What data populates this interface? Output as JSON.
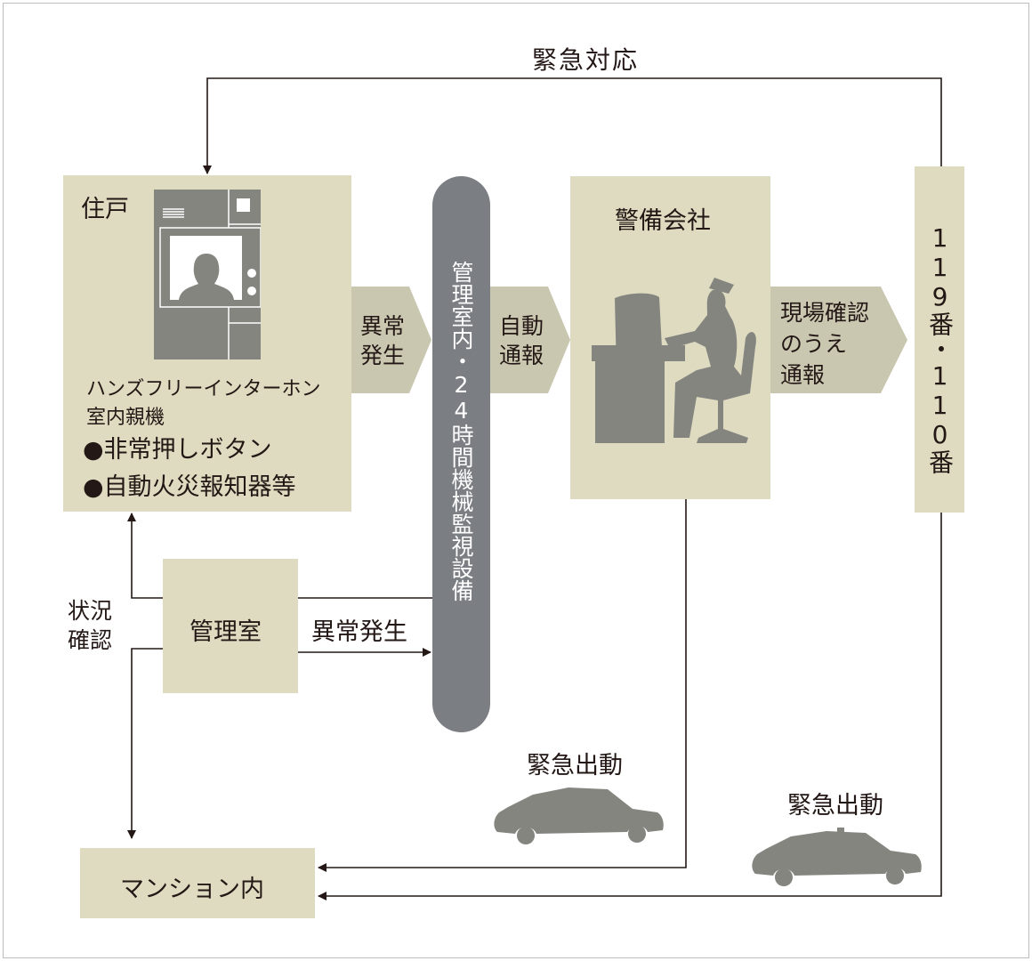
{
  "top_label": "緊急対応",
  "residence": {
    "title": "住戸",
    "device_line1": "ハンズフリーインターホン",
    "device_line2": "室内親機",
    "bullet1": "●非常押しボタン",
    "bullet2": "●自動火災報知器等"
  },
  "arrow_abnormal": {
    "line1": "異常",
    "line2": "発生"
  },
  "monitoring": "管理室内・24時間機械監視設備",
  "arrow_auto": {
    "line1": "自動",
    "line2": "通報"
  },
  "security_company": "警備会社",
  "arrow_confirm": {
    "line1": "現場確認",
    "line2": "のうえ",
    "line3": "通報"
  },
  "emergency_numbers": "119番・110番",
  "management_office": "管理室",
  "status_check": {
    "line1": "状況",
    "line2": "確認"
  },
  "abnormal_occurrence": "異常発生",
  "mansion": "マンション内",
  "dispatch1": "緊急出動",
  "dispatch2": "緊急出動",
  "colors": {
    "box": "#dedbc0",
    "chevron": "#cac7b1",
    "silhouette": "#858580",
    "pill": "#7b7e82"
  }
}
